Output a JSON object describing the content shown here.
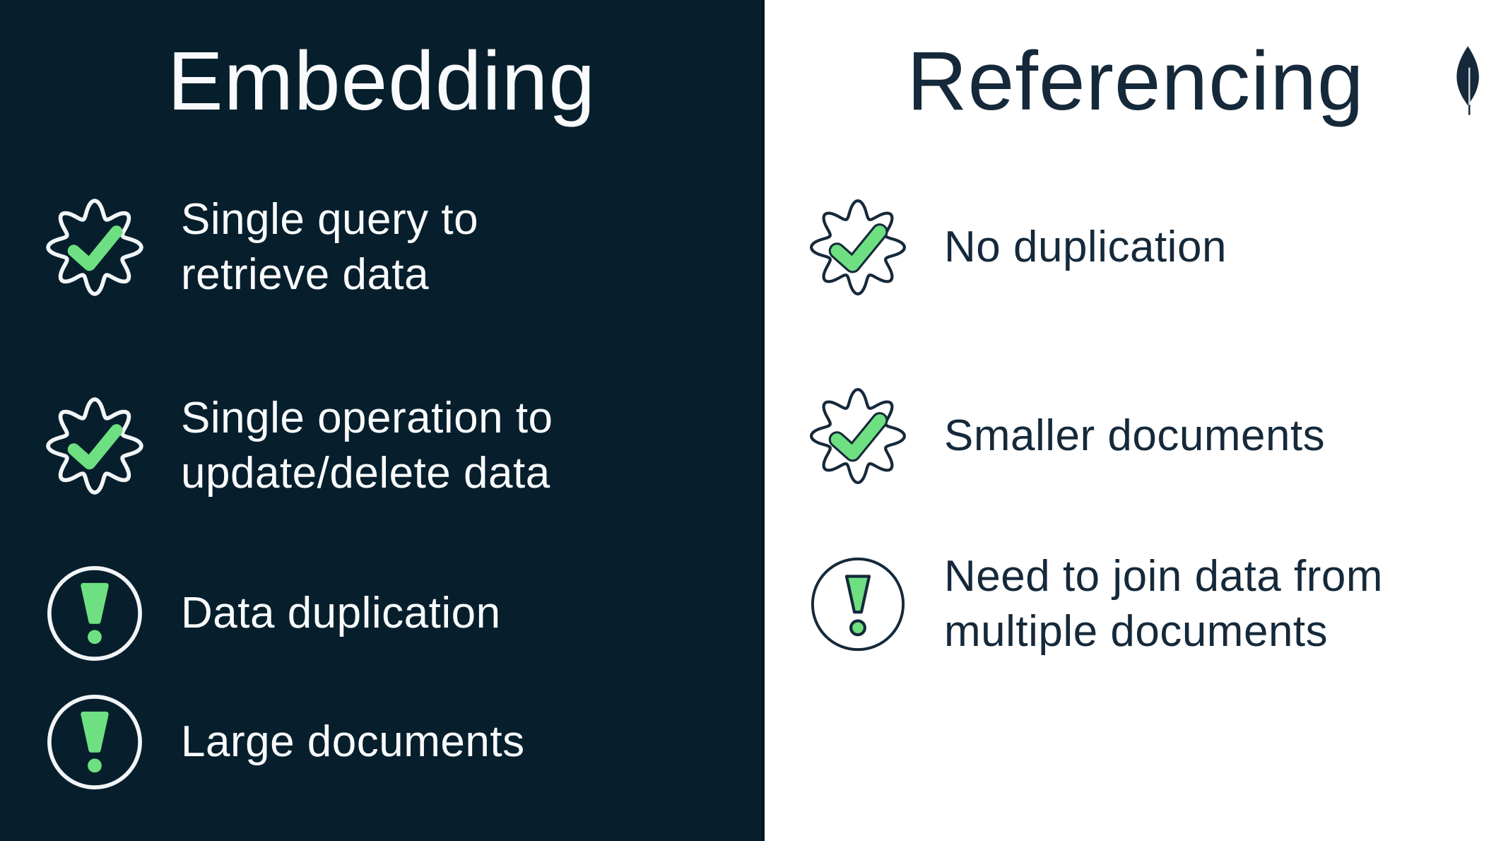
{
  "slide": {
    "embedding": {
      "title": "Embedding",
      "items": [
        {
          "icon": "check-badge",
          "text": "Single query to\nretrieve data"
        },
        {
          "icon": "check-badge",
          "text": "Single operation to\nupdate/delete data"
        },
        {
          "icon": "warning-circle",
          "text": "Data duplication"
        },
        {
          "icon": "warning-circle",
          "text": "Large documents"
        }
      ]
    },
    "referencing": {
      "title": "Referencing",
      "items": [
        {
          "icon": "check-badge",
          "text": "No duplication"
        },
        {
          "icon": "check-badge",
          "text": "Smaller documents"
        },
        {
          "icon": "warning-circle",
          "text": "Need to join data from\nmultiple documents"
        }
      ]
    },
    "logo": {
      "icon": "mongodb-leaf"
    }
  },
  "colors": {
    "panel-dark": "#071F2D",
    "panel-light": "#FFFFFF",
    "text-light": "#F8FAFB",
    "text-dark": "#15293A",
    "green": "#6EE082",
    "outline-light": "#F2F5F6"
  }
}
